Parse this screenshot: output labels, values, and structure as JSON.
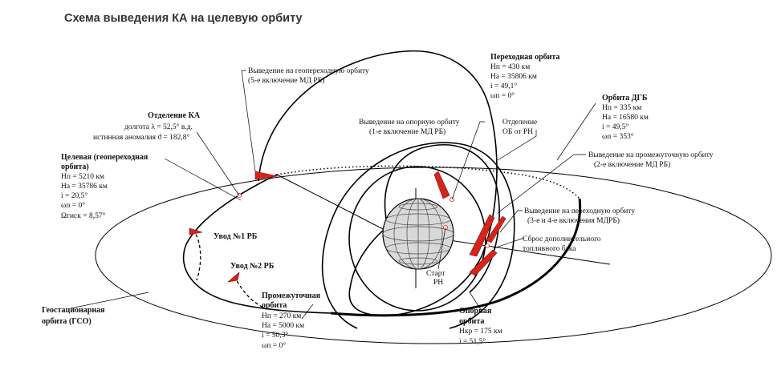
{
  "title": "Схема выведения КА на целевую орбиту",
  "gto_insertion": {
    "line1": "Выведение на геопереходную орбиту",
    "line2": "(5-е включение МД РБ)"
  },
  "transfer_orbit": {
    "name": "Переходная орбита",
    "hp": "Hп = 430 км",
    "ha": "Hа = 35806 км",
    "i": "i = 49,1°",
    "w": "ωп = 0°"
  },
  "separation": {
    "name": "Отделение КА",
    "longitude": "долгота λ = 52,5° в.д.",
    "anomaly": "истинная аномалия ϑ = 182,8°"
  },
  "parking_insertion": {
    "line1": "Выведение на опорную орбиту",
    "line2": "(1-е включение МД РБ)"
  },
  "ob_separation": {
    "line1": "Отделение",
    "line2": "ОБ от РН"
  },
  "dgb_orbit": {
    "name": "Орбита ДГБ",
    "hp": "Hп = 335 км",
    "ha": "Hа = 16580 км",
    "i": "i = 49,5°",
    "w": "ωп = 353°"
  },
  "target_orbit": {
    "name1": "Целевая (геопереходная",
    "name2": "орбита)",
    "hp": "Hп = 5210 км",
    "ha": "Hа = 35786 км",
    "i": "i = 20,5°",
    "w": "ωп = 0°",
    "omega": "Ωгиск = 8,57°"
  },
  "intermediate_insertion": {
    "line1": "Выведение на промежуточную орбиту",
    "line2": "(2-е включение МД РБ)"
  },
  "transfer_insertion": {
    "line1": "Выведение на переходную орбиту",
    "line2": "(3-е и 4-е включения МДРБ)"
  },
  "tank_drop": {
    "line1": "Сброс дополнительного",
    "line2": "топливного бака"
  },
  "departure1": "Увод №1 РБ",
  "departure2": "Увод №2 РБ",
  "launch": {
    "line1": "Старт",
    "line2": "РН"
  },
  "gso": {
    "line1": "Геостационарная",
    "line2": "орбита (ГСО)"
  },
  "intermediate_orbit": {
    "name1": "Промежуточная",
    "name2": "орбита",
    "hp": "Hп = 270 км",
    "ha": "Hа = 5000 км",
    "i": "i = 50,3°",
    "w": "ωп = 0°"
  },
  "parking_orbit": {
    "name1": "Опорная",
    "name2": "орбита",
    "h": "Hкр = 175 км",
    "i": "i = 51,5°"
  }
}
